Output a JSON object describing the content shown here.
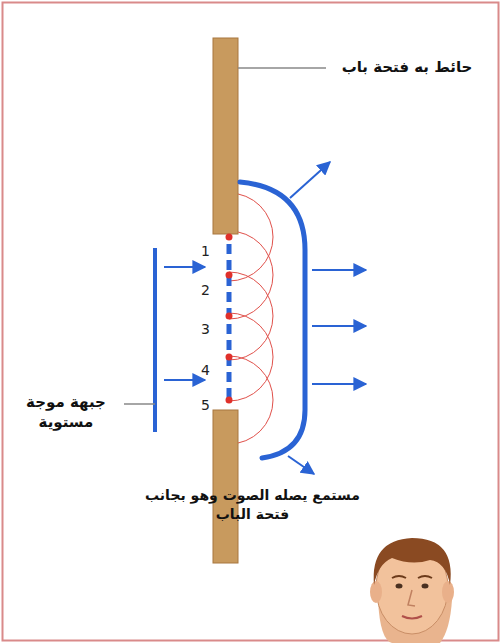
{
  "diagram": {
    "labels": [
      "حائط به فتحة باب",
      "1",
      "2",
      "3",
      "4",
      "5",
      "جبهة موجة مستوية",
      "مستمع يصله الصوت وهو بجانب فتحة الباب"
    ]
  }
}
